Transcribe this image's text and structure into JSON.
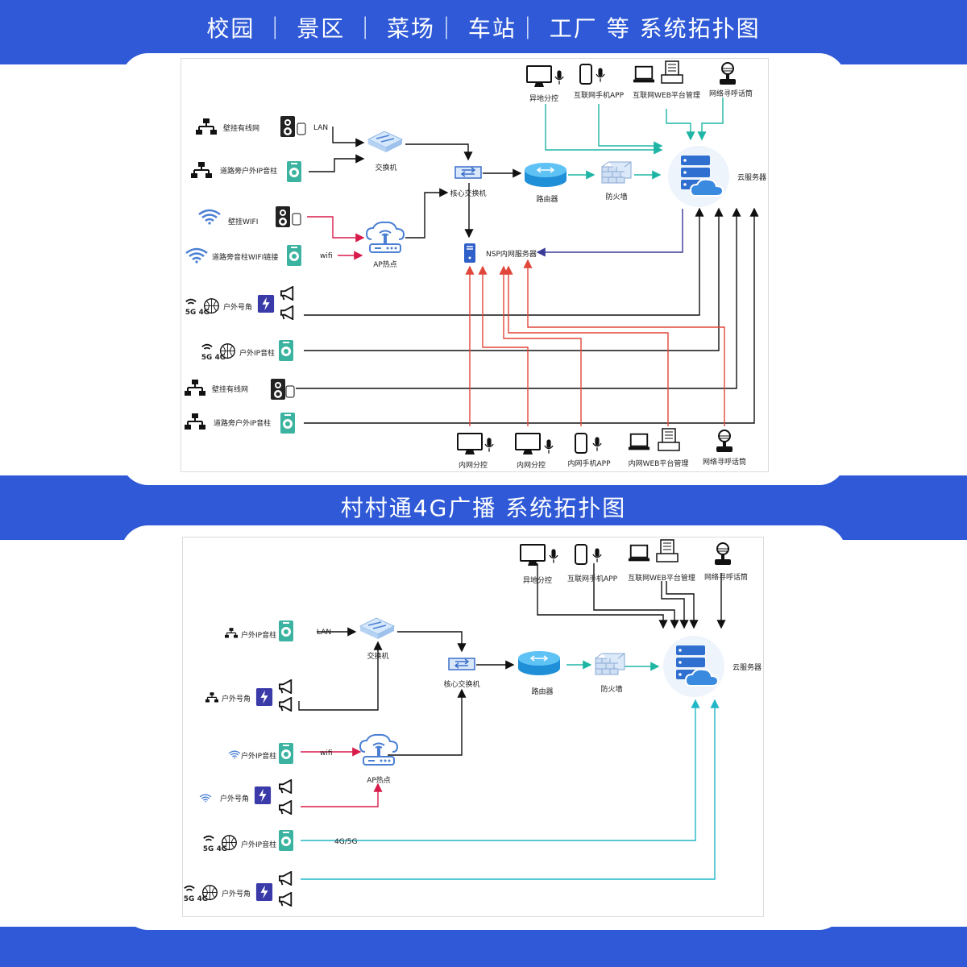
{
  "colors": {
    "band": "#2f59d6",
    "black": "#111111",
    "teal": "#1fb5a5",
    "red": "#e0463a",
    "crimson": "#d81b4a",
    "navy": "#3a3a9a",
    "cyan": "#22b7c7"
  },
  "top": {
    "title": "校园 ｜ 景区 ｜ 菜场｜ 车站｜ 工厂 等 系统拓扑图",
    "nodes": {
      "remote_console": "异地分控",
      "internet_app": "互联网手机APP",
      "internet_web": "互联网WEB平台管理",
      "net_mic": "网络寻呼话筒",
      "wall_wired": "壁挂有线网",
      "lan": "LAN",
      "switch": "交换机",
      "road_ip": "道路旁户外IP音柱",
      "core_switch": "核心交换机",
      "router": "路由器",
      "firewall": "防火墙",
      "cloud": "云服务器",
      "wall_wifi": "壁挂WIFI",
      "road_wifi": "道路旁音柱WIFI链接",
      "wifi": "wifi",
      "ap": "AP热点",
      "nsp": "NSP内网服务器",
      "horn": "户外号角",
      "ip_column": "户外IP音柱",
      "wall_wired2": "壁挂有线网",
      "road_ip2": "道路旁户外IP音柱",
      "lan_console1": "内网分控",
      "lan_console2": "内网分控",
      "lan_app": "内网手机APP",
      "lan_web": "内网WEB平台管理",
      "lan_mic": "网络寻呼话筒"
    }
  },
  "bottom": {
    "title": "村村通4G广播 系统拓扑图",
    "nodes": {
      "remote_console": "异地分控",
      "internet_app": "互联网手机APP",
      "internet_web": "互联网WEB平台管理",
      "net_mic": "网络寻呼话筒",
      "ip_column1": "户外IP音柱",
      "lan": "LAN",
      "switch": "交换机",
      "core_switch": "核心交换机",
      "router": "路由器",
      "firewall": "防火墙",
      "cloud": "云服务器",
      "horn1": "户外号角",
      "ip_column2": "户外IP音柱",
      "wifi": "wifi",
      "ap": "AP热点",
      "horn2": "户外号角",
      "ip_column3": "户外IP音柱",
      "g45": "4G/5G",
      "horn3": "户外号角"
    }
  }
}
